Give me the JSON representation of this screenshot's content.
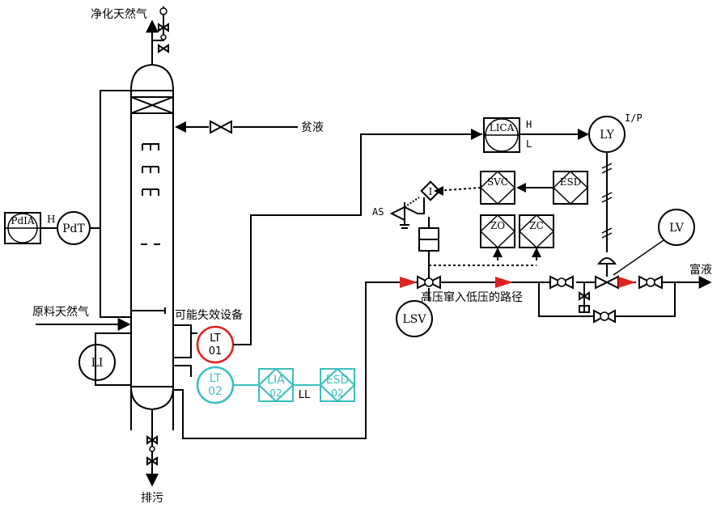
{
  "streams": {
    "purified_gas": "净化天然气",
    "lean_liquid": "贫液",
    "raw_gas": "原料天然气",
    "drain": "排污",
    "rich_liquid": "富液"
  },
  "notes": {
    "failure_device": "可能失效设备",
    "hp_to_lp_path": "高压窜入低压的路径"
  },
  "instruments": {
    "pdia": "PdIA",
    "pdia_alarm": "H",
    "pdt": "PdT",
    "li": "LI",
    "lt01": "LT\n01",
    "lt02": "LT\n02",
    "lia02": "LIA\n02",
    "esd02": "ESD\n02",
    "ll": "LL",
    "lica": "LICA",
    "lica_high": "H",
    "lica_low": "L",
    "ly": "LY",
    "ip": "I/P",
    "lv": "LV",
    "lsv": "LSV",
    "svc": "SVC",
    "esd": "ESD",
    "zo": "ZO",
    "zc": "ZC",
    "as": "AS",
    "solenoid": "I"
  },
  "colors": {
    "line": "#000000",
    "lt01_ring": "#e02020",
    "ll_chain": "#3bbfbf",
    "flow_arrow": "#e02020"
  }
}
